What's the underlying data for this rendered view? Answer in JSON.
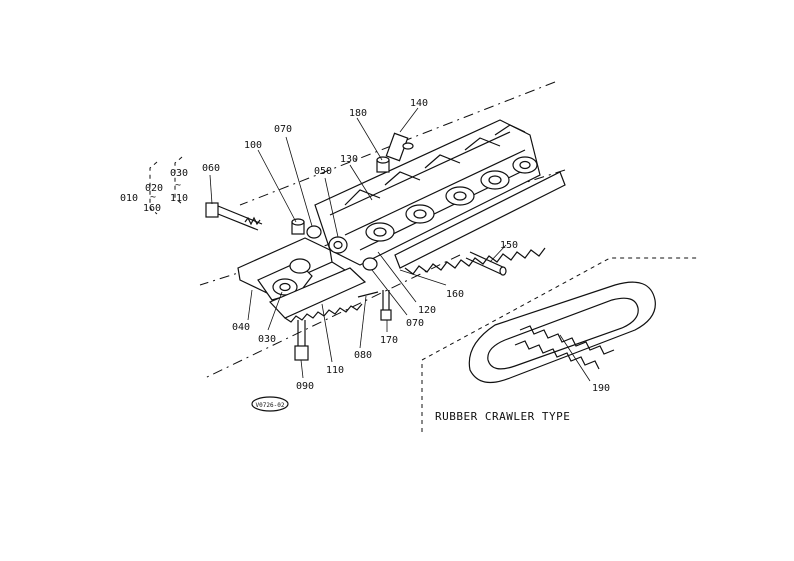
{
  "labels": {
    "l010": "010",
    "l020": "020",
    "l030a": "030",
    "l110a": "110",
    "l160a": "160",
    "tilde1": "~",
    "tilde2": "~",
    "l060": "060",
    "l100": "100",
    "l070a": "070",
    "l050": "050",
    "l130": "130",
    "l180": "180",
    "l140": "140",
    "l150": "150",
    "l160b": "160",
    "l120": "120",
    "l070b": "070",
    "l170": "170",
    "l080": "080",
    "l110b": "110",
    "l030b": "030",
    "l040": "040",
    "l090": "090",
    "l190": "190",
    "code": "V0726-02"
  },
  "caption": "RUBBER CRAWLER TYPE"
}
